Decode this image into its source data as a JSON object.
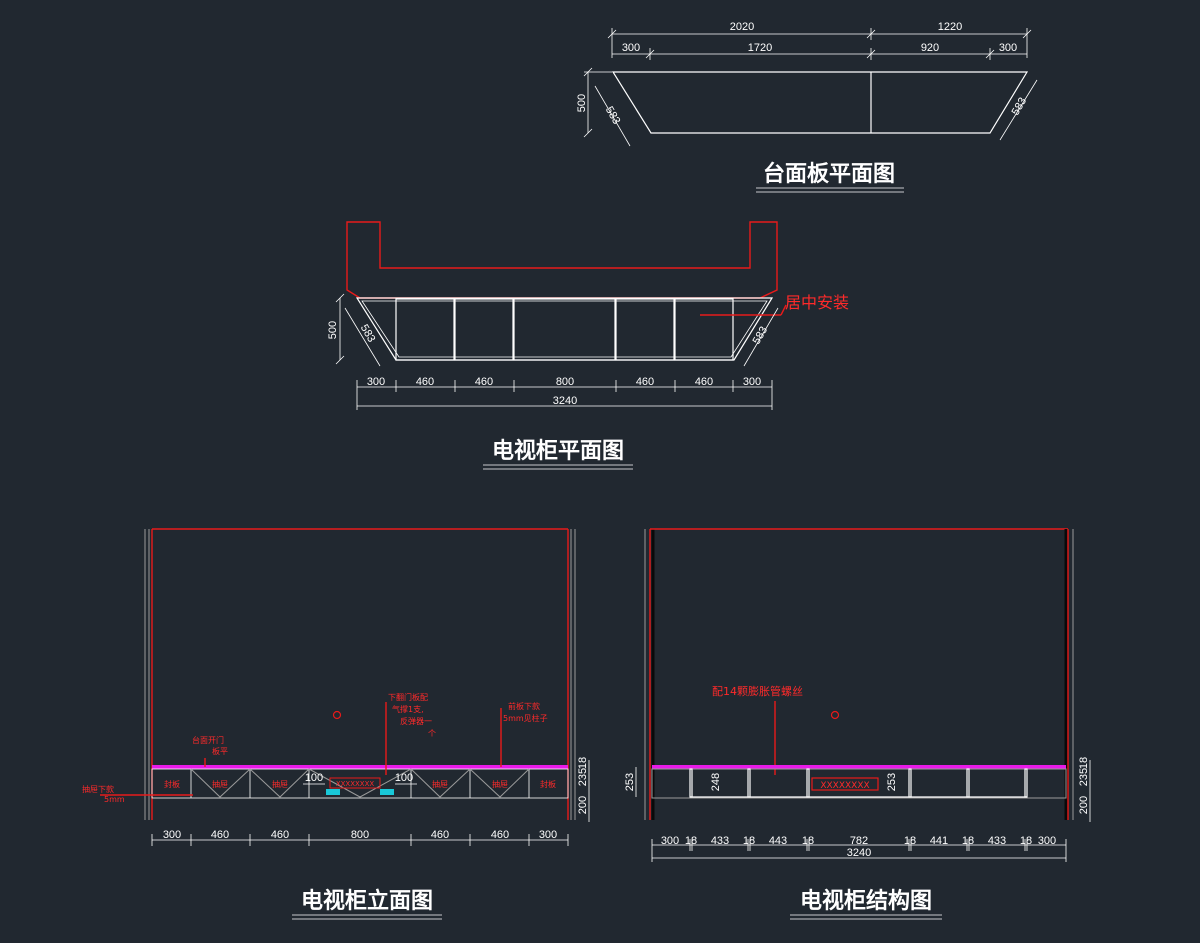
{
  "titles": {
    "countertop_plan": "台面板平面图",
    "tv_cabinet_plan": "电视柜平面图",
    "tv_cabinet_elevation": "电视柜立面图",
    "tv_cabinet_structure": "电视柜结构图"
  },
  "countertop": {
    "dims_top": [
      "2020",
      "1220"
    ],
    "dims_second": [
      "300",
      "1720",
      "920",
      "300"
    ],
    "depth": "500",
    "diag_left": "583",
    "diag_right": "583"
  },
  "cabinet_plan": {
    "note": "居中安装",
    "depth": "500",
    "diag_left": "583",
    "diag_right": "583",
    "dims": [
      "300",
      "460",
      "460",
      "800",
      "460",
      "460",
      "300"
    ],
    "total": "3240"
  },
  "elevation": {
    "dims": [
      "300",
      "460",
      "460",
      "800",
      "460",
      "460",
      "300"
    ],
    "notes": {
      "left_bottom": "抽屉下款\n5mm",
      "countertop_door": "台面开门\n板平",
      "flip_door": "下翻门板配\n气撑1支,\n反弹器一\n个",
      "right_note": "前板下款\n5mm见柱子"
    },
    "cell_labels": [
      "封板",
      "抽屉",
      "抽屉",
      "抽屉",
      "抽屉",
      "封板"
    ],
    "inner_marks": [
      "100",
      "100"
    ],
    "side_dims": [
      "200",
      "235",
      "18"
    ]
  },
  "structure": {
    "note": "配14颗膨胀管螺丝",
    "dims": [
      "300",
      "18",
      "433",
      "18",
      "443",
      "18",
      "782",
      "18",
      "441",
      "18",
      "433",
      "18",
      "300"
    ],
    "total": "3240",
    "left_dim": "253",
    "inner_dims": [
      "248",
      "253"
    ],
    "side_dims": [
      "200",
      "235",
      "18"
    ]
  },
  "colors": {
    "background": "#212830",
    "line_white": "#ffffff",
    "line_red": "#e81a1a",
    "line_magenta": "#e81ae8",
    "text_red": "#ff2a2a"
  }
}
